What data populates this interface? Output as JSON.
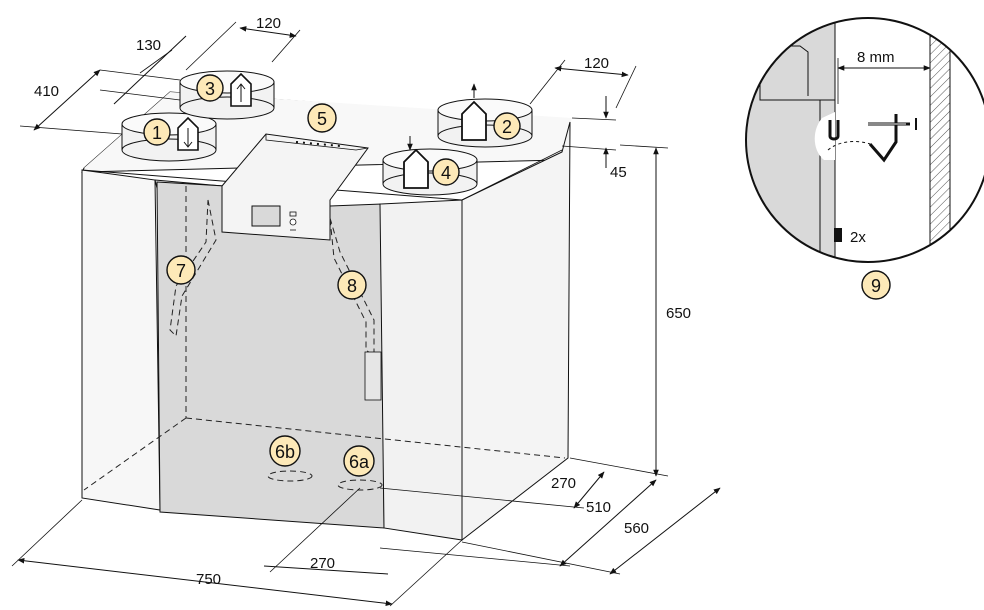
{
  "dimensions": {
    "duct_spacing_top": "120",
    "duct_spacing_right": "120",
    "duct_offset": "130",
    "duct_depth": "410",
    "top_offset": "45",
    "height": "650",
    "width": "750",
    "bottom_offset": "270",
    "depth_inner_offset": "270",
    "depth_inner": "510",
    "depth": "560",
    "wall_gap": "8 mm",
    "bracket_count": "2x"
  },
  "callouts": {
    "c1": "1",
    "c2": "2",
    "c3": "3",
    "c4": "4",
    "c5": "5",
    "c6a": "6a",
    "c6b": "6b",
    "c7": "7",
    "c8": "8",
    "c9": "9"
  },
  "colors": {
    "callout_fill": "#fde9b8",
    "panel_front": "#ebebeb",
    "panel_side": "#f7f7f7",
    "door": "#d9d9d9",
    "top": "#f8f8f8"
  }
}
